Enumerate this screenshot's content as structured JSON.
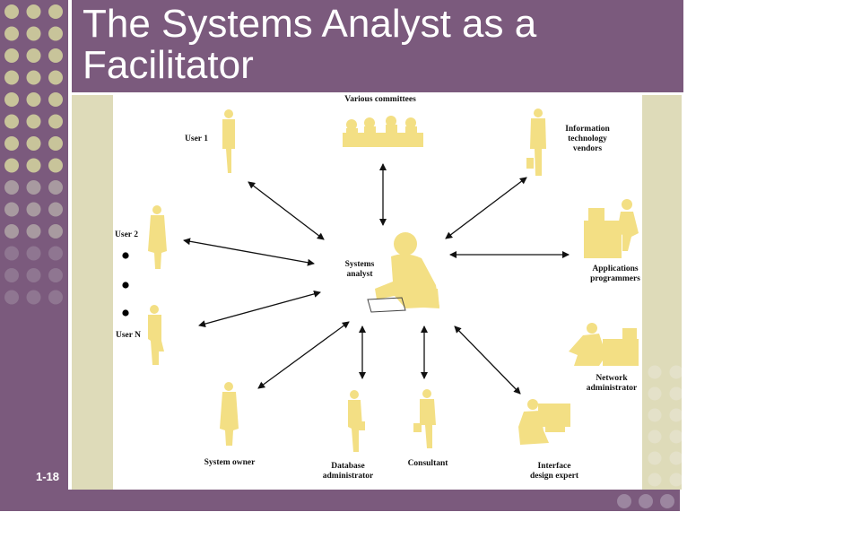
{
  "slide": {
    "title": "The Systems Analyst as a Facilitator",
    "number": "1-18"
  },
  "diagram": {
    "center": {
      "label": "Systems\nanalyst"
    },
    "nodes": {
      "committees": "Various committees",
      "user1": "User 1",
      "user2": "User 2",
      "usern": "User N",
      "it_vendors": "Information\ntechnology\nvendors",
      "app_programmers": "Applications\nprogrammers",
      "network_admin": "Network\nadministrator",
      "interface_expert": "Interface\ndesign expert",
      "consultant": "Consultant",
      "db_admin": "Database\nadministrator",
      "system_owner": "System owner"
    }
  },
  "colors": {
    "band": "#7b5a7d",
    "side_panel": "#dedbb9",
    "figure": "#f3df84",
    "arrow": "#111111"
  }
}
